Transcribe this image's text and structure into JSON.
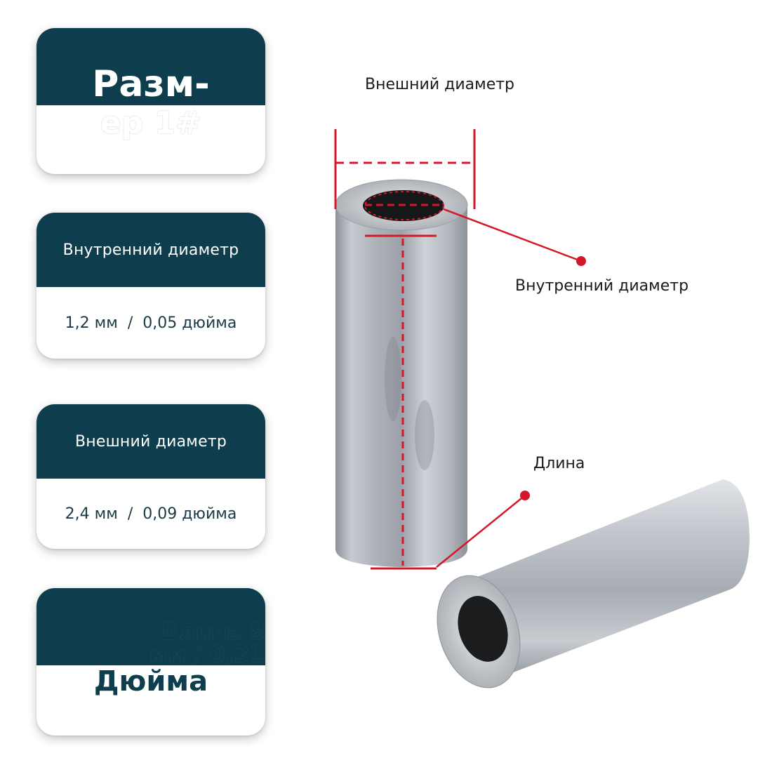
{
  "cards": {
    "size": {
      "title": "Разм-",
      "value": "ер 1#"
    },
    "inner": {
      "title": "Внутренний диаметр",
      "value": "1,2 мм  /  0,05 дюйма"
    },
    "outer": {
      "title": "Внешний диаметр",
      "value": "2,4 мм  /  0,09 дюйма"
    },
    "length": {
      "title_line1": "Длина 8",
      "title_line2": "мм / 0,31",
      "value": "Дюйма"
    }
  },
  "labels": {
    "outer_diameter": "Внешний диаметр",
    "inner_diameter": "Внутренний диаметр",
    "length": "Длина"
  },
  "colors": {
    "card_header": "#0e3e4d",
    "annotation": "#d3182b",
    "metal": "#b8bcc2"
  }
}
